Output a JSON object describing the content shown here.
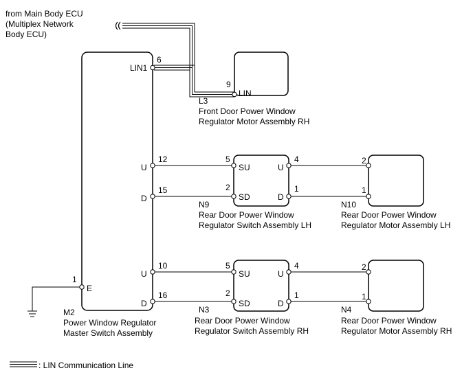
{
  "source": {
    "line1": "from Main Body ECU",
    "line2": "(Multiplex Network",
    "line3": "Body ECU)"
  },
  "master": {
    "code": "M2",
    "name_line1": "Power Window Regulator",
    "name_line2": "Master Switch Assembly",
    "lin_pin": "6",
    "lin_label": "LIN1",
    "ground_pin": "1",
    "ground_label": "E",
    "lh_up_pin": "12",
    "lh_up_label": "U",
    "lh_down_pin": "15",
    "lh_down_label": "D",
    "rh_up_pin": "10",
    "rh_up_label": "U",
    "rh_down_pin": "16",
    "rh_down_label": "D"
  },
  "front_motor": {
    "code": "L3",
    "name_line1": "Front Door Power Window",
    "name_line2": "Regulator Motor Assembly RH",
    "pin": "9",
    "pin_label": "LIN"
  },
  "lh_switch": {
    "code": "N9",
    "name_line1": "Rear Door Power Window",
    "name_line2": "Regulator Switch Assembly LH",
    "in_up_pin": "5",
    "in_up_label": "SU",
    "in_down_pin": "2",
    "in_down_label": "SD",
    "out_up_pin": "4",
    "out_up_label": "U",
    "out_down_pin": "1",
    "out_down_label": "D"
  },
  "lh_motor": {
    "code": "N10",
    "name_line1": "Rear Door Power Window",
    "name_line2": "Regulator Motor Assembly LH",
    "up_pin": "2",
    "down_pin": "1"
  },
  "rh_switch": {
    "code": "N3",
    "name_line1": "Rear Door Power Window",
    "name_line2": "Regulator Switch Assembly RH",
    "in_up_pin": "5",
    "in_up_label": "SU",
    "in_down_pin": "2",
    "in_down_label": "SD",
    "out_up_pin": "4",
    "out_up_label": "U",
    "out_down_pin": "1",
    "out_down_label": "D"
  },
  "rh_motor": {
    "code": "N4",
    "name_line1": "Rear Door Power Window",
    "name_line2": "Regulator Motor Assembly RH",
    "up_pin": "2",
    "down_pin": "1"
  },
  "legend": {
    "text": ": LIN Communication Line"
  }
}
